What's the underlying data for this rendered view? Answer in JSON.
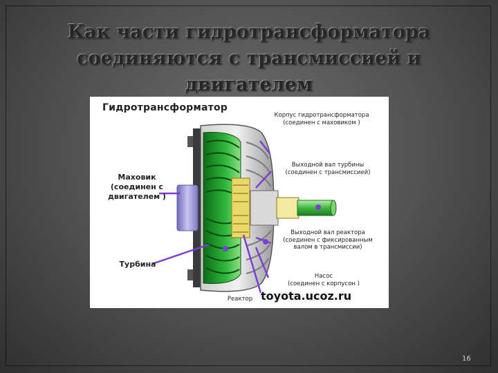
{
  "slide": {
    "title_line1": "Как части гидротрансформатора",
    "title_line2": "соединяются с трансмиссией и двигателем",
    "page_number": "16"
  },
  "figure": {
    "heading": "Гидротрансформатор",
    "labels": {
      "housing_l1": "Корпус гидротрансформатора",
      "housing_l2": "(соединен с маховиком )",
      "turbine_shaft_l1": "Выходной вал турбины",
      "turbine_shaft_l2": "(соединен с трансмиссией)",
      "flywheel_l1": "Маховик",
      "flywheel_l2": "(соединен с",
      "flywheel_l3": "двигателем )",
      "reactor_shaft_l1": "Выходной вал реактора",
      "reactor_shaft_l2": "(соединен с фиксированным",
      "reactor_shaft_l3": "валом в трансмиссии)",
      "turbine": "Турбина",
      "pump_l1": "Насос",
      "pump_l2": "(соединен с корпусон )",
      "reactor": "Реактор"
    },
    "watermark": "toyota.ucoz.ru",
    "colors": {
      "turbine_green": "#1fa32a",
      "flywheel_purple": "#9c98d6",
      "housing_gray": "#a9a9a9",
      "arrow_purple": "#7b3fd6",
      "shaft_green": "#7fd86a",
      "shaft_yellow": "#f3e9a0"
    }
  }
}
